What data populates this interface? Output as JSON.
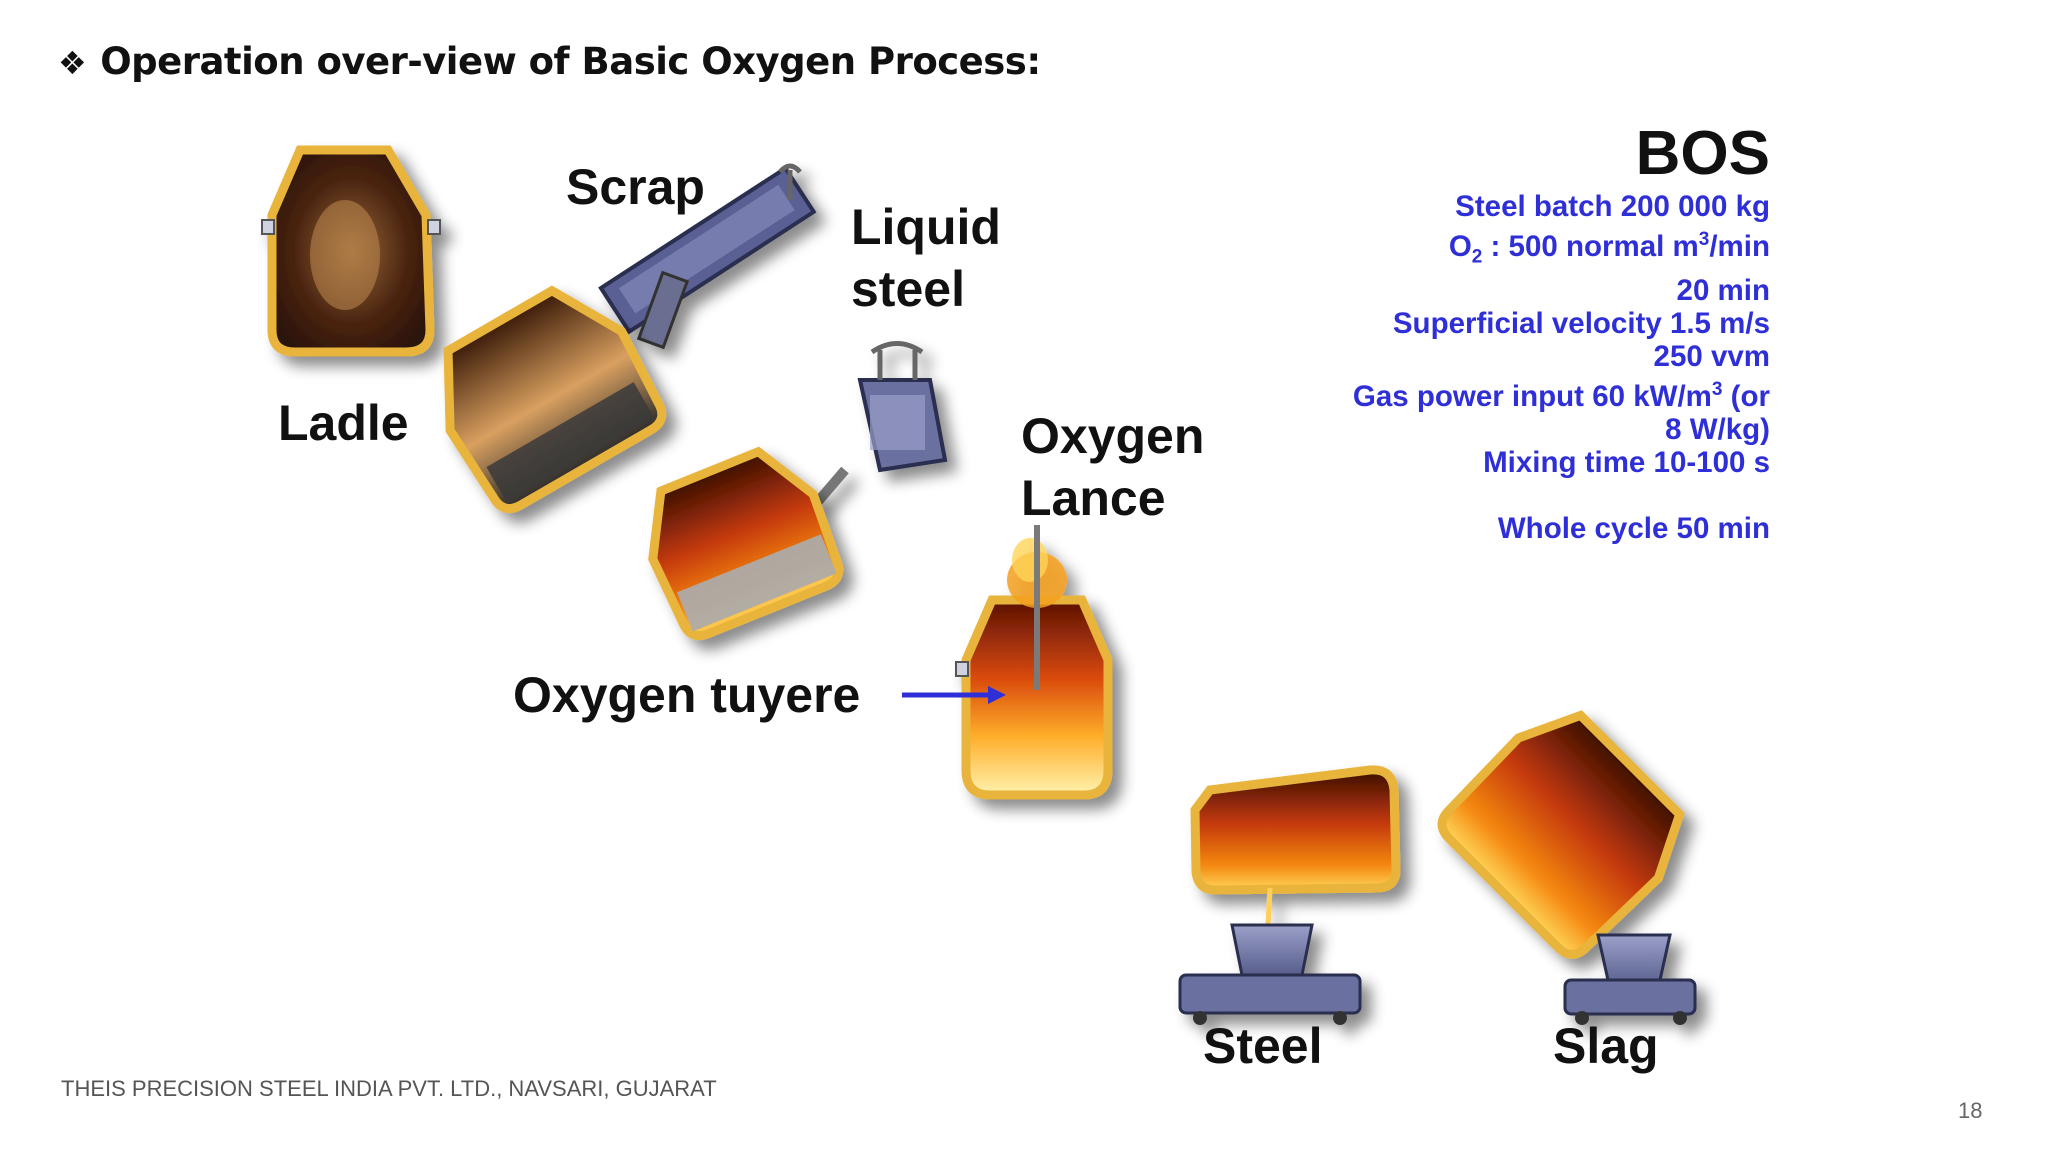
{
  "heading": {
    "bullet": "❖",
    "text": "Operation over-view of Basic Oxygen Process:"
  },
  "labels": {
    "ladle": "Ladle",
    "scrap": "Scrap",
    "liquid_steel_1": "Liquid",
    "liquid_steel_2": "steel",
    "oxygen_lance_1": "Oxygen",
    "oxygen_lance_2": "Lance",
    "oxygen_tuyere": "Oxygen tuyere",
    "steel": "Steel",
    "slag": "Slag"
  },
  "bos": {
    "title": "BOS",
    "steel_batch": "Steel batch 200 000 kg",
    "o2_prefix": "O",
    "o2_sub": "2",
    "o2_mid": " : 500 normal m",
    "o2_sup": "3",
    "o2_suffix": "/min",
    "duration": "20 min",
    "velocity": "Superficial velocity 1.5 m/s",
    "vvm": "250 vvm",
    "gas_power_prefix": "Gas power input 60 kW/m",
    "gas_power_sup": "3",
    "gas_power_suffix": " (or",
    "gas_power_2": "8 W/kg)",
    "mixing": "Mixing time 10-100 s",
    "cycle": "Whole cycle 50 min"
  },
  "colors": {
    "bos_text": "#2f2fd8",
    "arrow": "#2f2fd8",
    "vessel_rim": "#e8b43a",
    "flame": "#f26a10"
  },
  "footer": "THEIS PRECISION STEEL INDIA PVT. LTD., NAVSARI, GUJARAT",
  "page_number": "18"
}
